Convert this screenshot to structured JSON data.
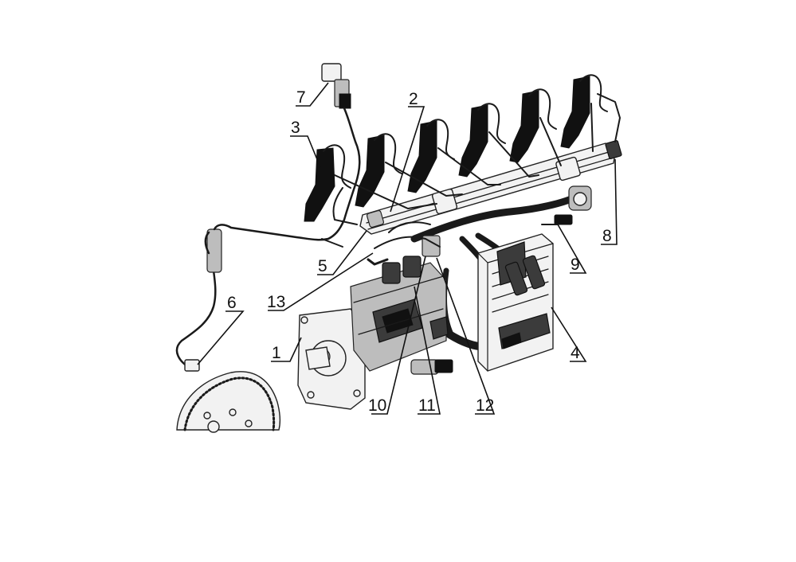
{
  "callouts": [
    {
      "id": "1",
      "text": "1"
    },
    {
      "id": "2",
      "text": "2"
    },
    {
      "id": "3",
      "text": "3"
    },
    {
      "id": "4",
      "text": "4"
    },
    {
      "id": "5",
      "text": "5"
    },
    {
      "id": "6",
      "text": "6"
    },
    {
      "id": "7",
      "text": "7"
    },
    {
      "id": "8",
      "text": "8"
    },
    {
      "id": "9",
      "text": "9"
    },
    {
      "id": "10",
      "text": "10"
    },
    {
      "id": "11",
      "text": "11"
    },
    {
      "id": "12",
      "text": "12"
    },
    {
      "id": "13",
      "text": "13"
    }
  ],
  "colors": {
    "ink": "#111111",
    "background": "#ffffff",
    "shade": "#bdbdbd"
  }
}
